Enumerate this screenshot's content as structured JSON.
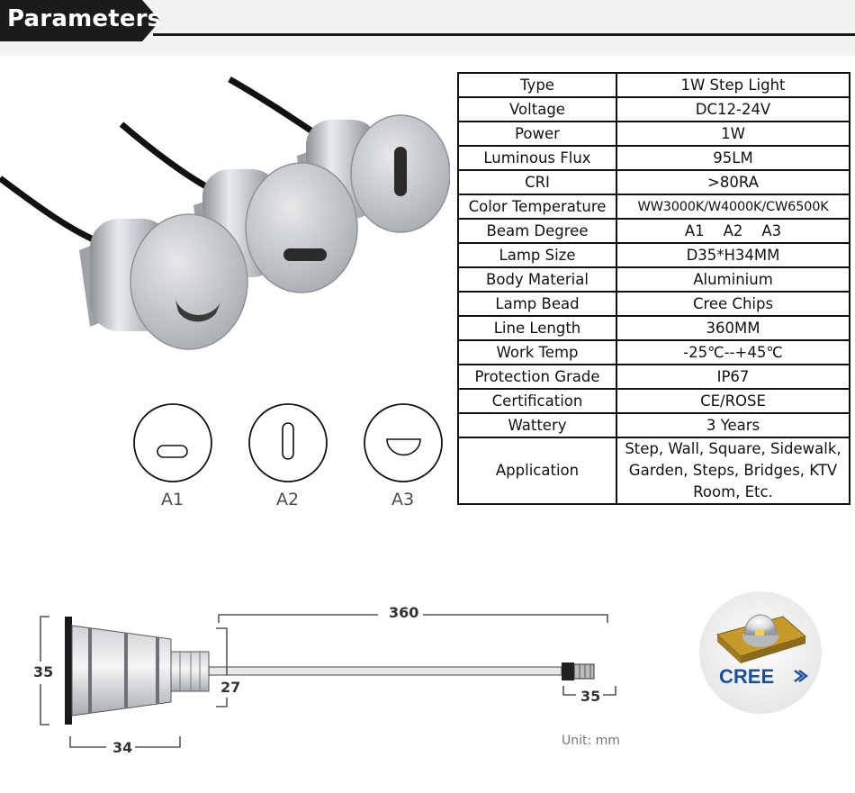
{
  "header": {
    "title": "Parameters"
  },
  "profiles": [
    {
      "label": "A1"
    },
    {
      "label": "A2"
    },
    {
      "label": "A3"
    }
  ],
  "spec_table": {
    "rows": [
      {
        "key": "Type",
        "value": "1W Step Light"
      },
      {
        "key": "Voltage",
        "value": "DC12-24V"
      },
      {
        "key": "Power",
        "value": "1W"
      },
      {
        "key": "Luminous Flux",
        "value": "95LM"
      },
      {
        "key": "CRI",
        "value": ">80RA"
      },
      {
        "key": "Color Temperature",
        "value": "WW3000K/W4000K/CW6500K"
      },
      {
        "key": "Beam Degree",
        "value": "A1    A2    A3"
      },
      {
        "key": "Lamp Size",
        "value": "D35*H34MM"
      },
      {
        "key": "Body Material",
        "value": "Aluminium"
      },
      {
        "key": "Lamp Bead",
        "value": "Cree Chips"
      },
      {
        "key": "Line Length",
        "value": "360MM"
      },
      {
        "key": "Work Temp",
        "value": "-25℃--+45℃"
      },
      {
        "key": "Protection Grade",
        "value": "IP67"
      },
      {
        "key": "Certification",
        "value": "CE/ROSE"
      },
      {
        "key": "Wattery",
        "value": "3 Years"
      },
      {
        "key": "Application",
        "value": "Step, Wall, Square, Sidewalk, Garden, Steps, Bridges, KTV Room, Etc."
      }
    ]
  },
  "drawing": {
    "cable_length": "360",
    "height": "35",
    "body_width": "34",
    "gland": "27",
    "connector": "35",
    "unit": "Unit: mm"
  },
  "badge": {
    "brand": "CREE"
  },
  "colors": {
    "header_bg": "#1b1b1b",
    "aluminium": "#c9ccd0",
    "cree_blue": "#1b4f9c"
  }
}
